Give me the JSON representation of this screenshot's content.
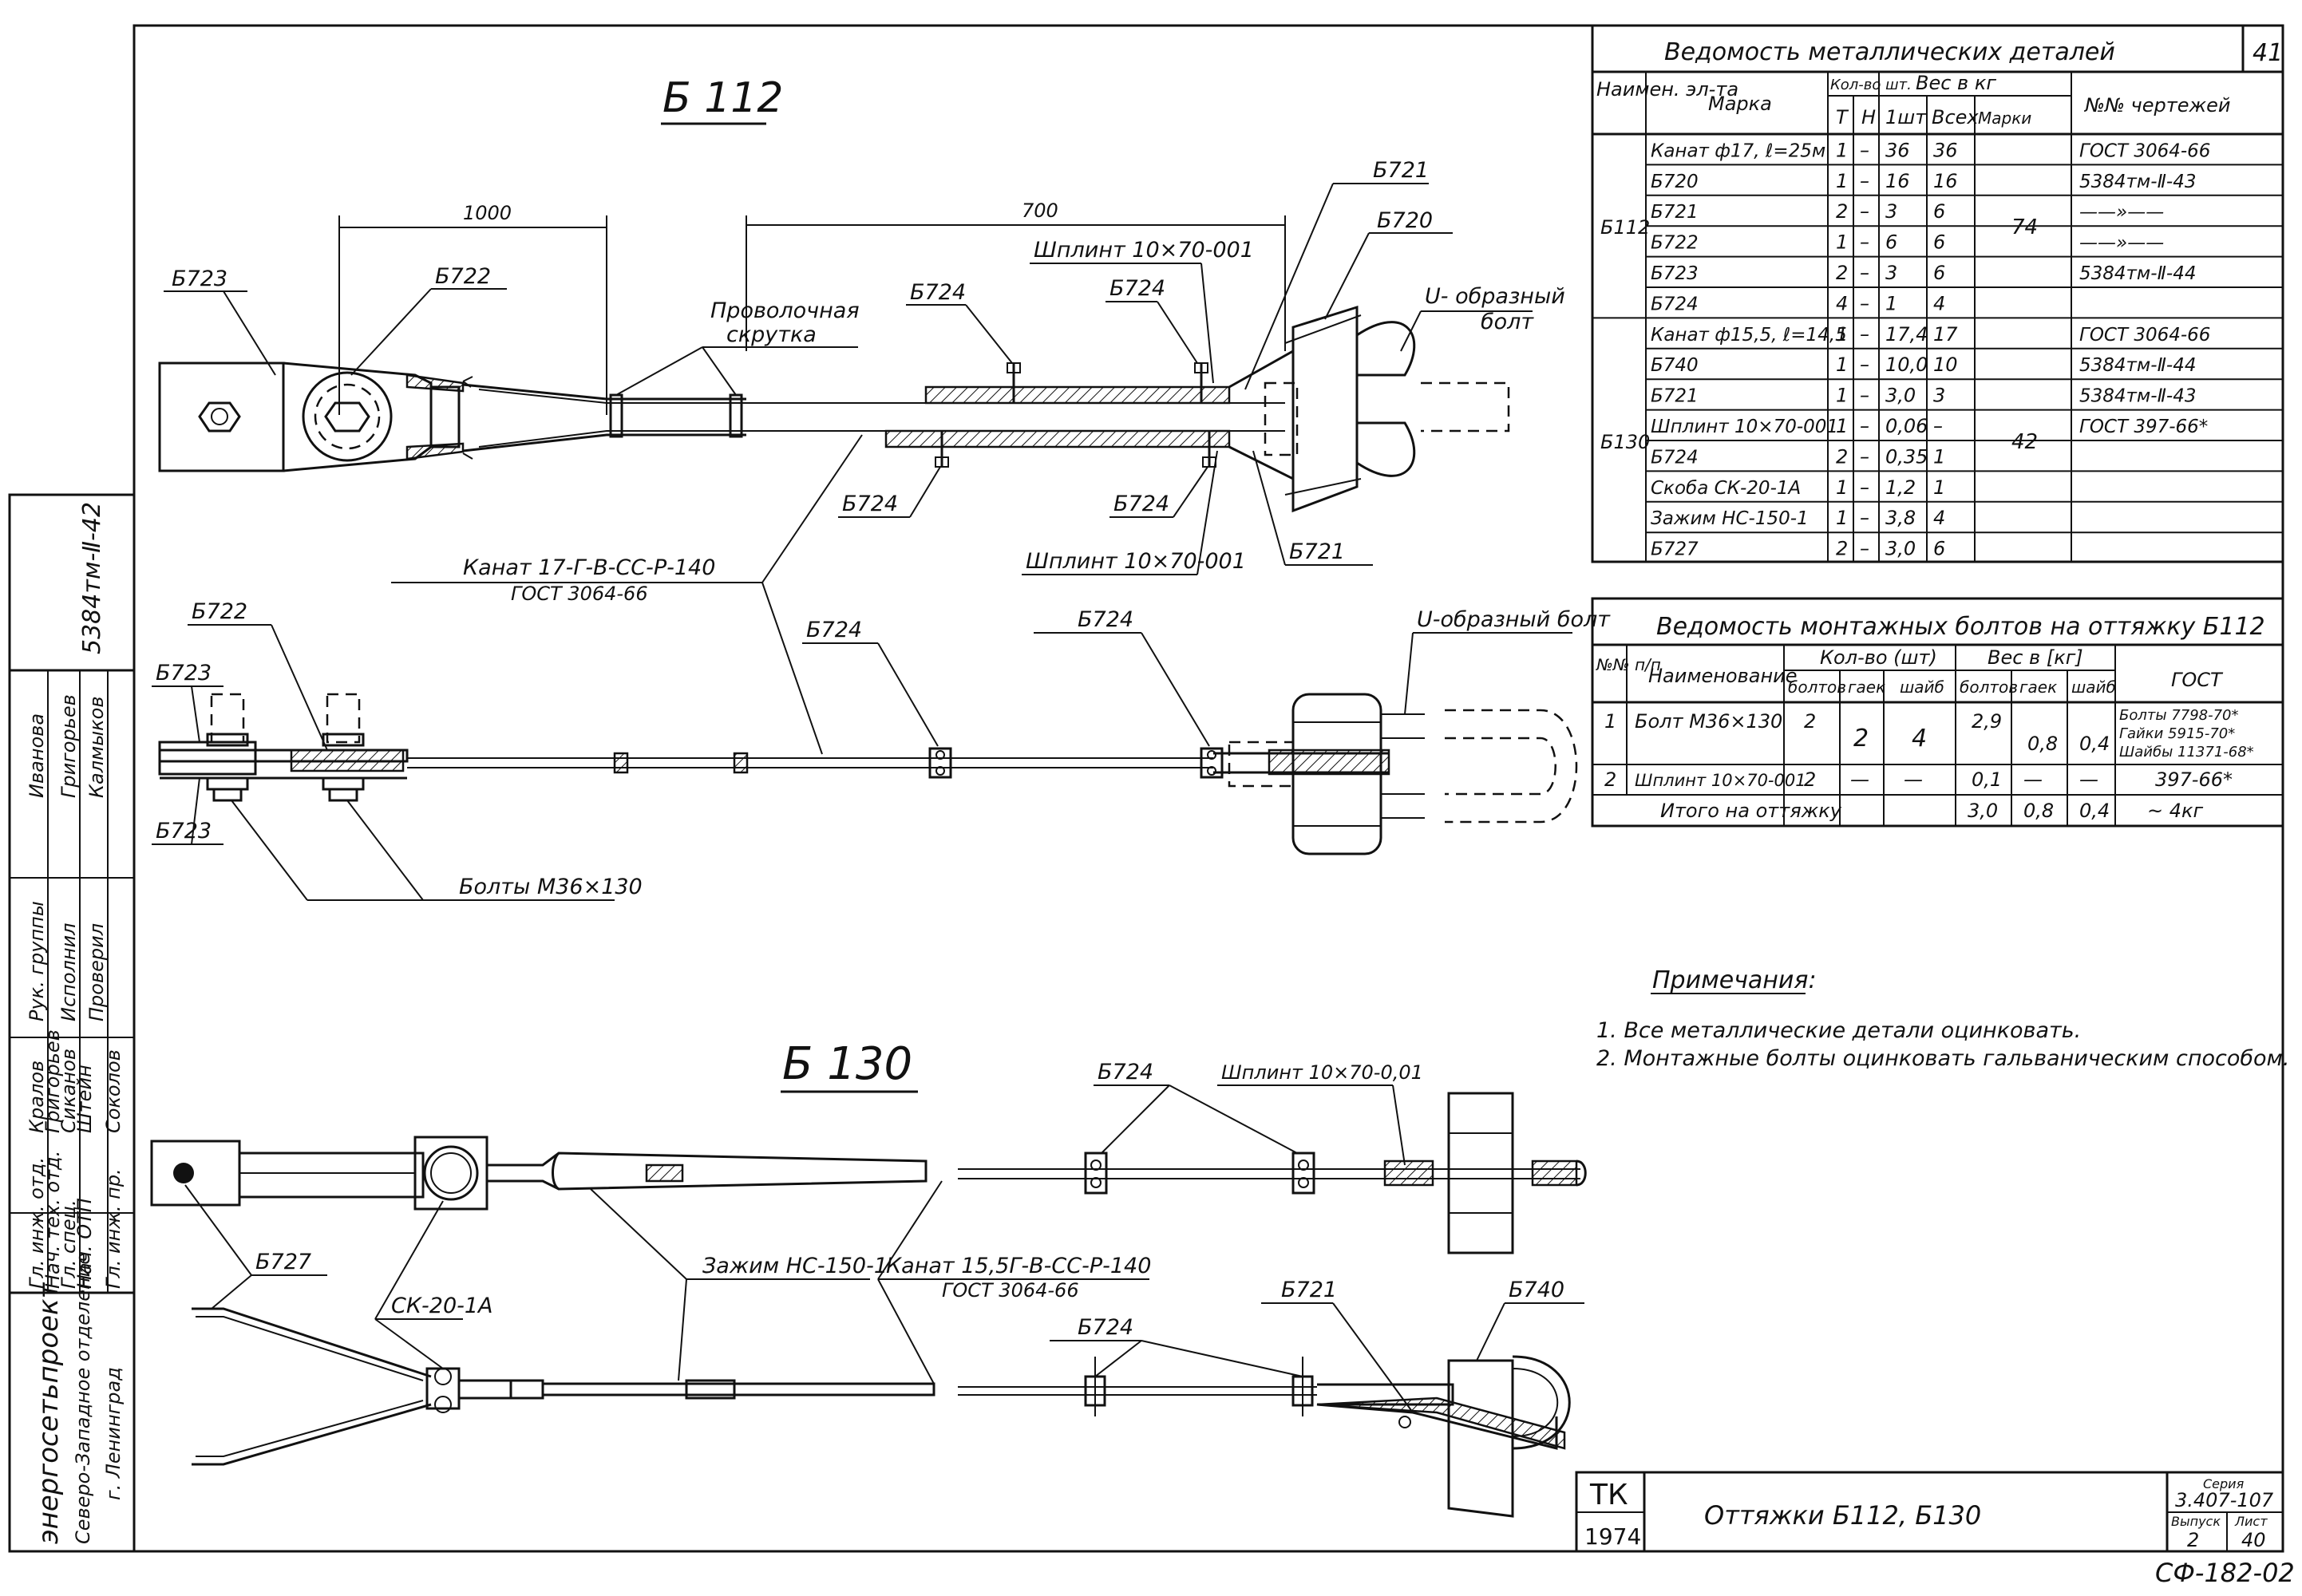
{
  "sheet": {
    "number": "41",
    "stamp": "СФ-182-02",
    "vertical_code": "5384тм-Ⅱ-42",
    "title": "Оттяжки  Б112,  Б130",
    "tk": "ТК",
    "year": "1974",
    "series_label": "Серия",
    "series": "3.407-107",
    "issue_label": "Выпуск",
    "issue": "2",
    "page_label": "Лист",
    "page": "40",
    "org_lines": [
      "энергосетьпроект",
      "Северо-Западное отделение",
      "г. Ленинград"
    ],
    "sign_roles": [
      "Рук. группы",
      "Исполнил",
      "Проверил"
    ],
    "sign_names": [
      "Иванова",
      "Григорьев",
      "Калмыков"
    ],
    "sign_roles2": [
      "Гл. инж. отд.",
      "Нач. тех. отд.",
      "Гл. спец.",
      "Нач. ОТП",
      "Гл. инж. пр."
    ],
    "sign_names2": [
      "Кралов",
      "Григорьев",
      "Сиканов",
      "Штейн",
      "Соколов"
    ]
  },
  "b112": {
    "title": "Б 112",
    "dim_1000": "1000",
    "dim_700": "700",
    "labels": {
      "b723": "Б723",
      "b722": "Б722",
      "b721": "Б721",
      "b720": "Б720",
      "b724": "Б724",
      "wire_twist_1": "Проволочная",
      "wire_twist_2": "скрутка",
      "cotter": "Шплинт  10×70-001",
      "u_bolt_1": "U- образный",
      "u_bolt_2": "болт",
      "u_bolt_side": "U-образный болт",
      "cable_1": "Канат  17-Г-В-СС-Р-140",
      "cable_2": "ГОСТ  3064-66",
      "bolts": "Болты  М36×130"
    }
  },
  "b130": {
    "title": "Б 130",
    "labels": {
      "b724": "Б724",
      "cotter": "Шплинт 10×70-0,01",
      "b727": "Б727",
      "ck": "СК-20-1А",
      "clamp": "Зажим НС-150-1",
      "cable_1": "Канат 15,5Г-В-СС-Р-140",
      "cable_2": "ГОСТ 3064-66",
      "b721": "Б721",
      "b740": "Б740"
    }
  },
  "notes": {
    "title": "Примечания:",
    "items": [
      "1. Все металлические детали оцинковать.",
      "2. Монтажные болты оцинковать гальваническим способом."
    ]
  },
  "metal_table": {
    "title": "Ведомость  металлических  деталей",
    "headers": {
      "elem": "Наимен. эл-та",
      "mark": "Марка",
      "qty": "Кол-во шт.",
      "t": "Т",
      "n": "Н",
      "weight": "Вес в кг",
      "w1": "1шт",
      "wall": "Всех",
      "wmark": "Марки",
      "drawings": "№№ чертежей"
    },
    "groups": [
      {
        "elem": "Б112",
        "mark_weight": "74",
        "rows": [
          {
            "mark": "Канат ф17, ℓ=25м",
            "t": "1",
            "n": "–",
            "w1": "36",
            "wall": "36",
            "doc": "ГОСТ 3064-66"
          },
          {
            "mark": "Б720",
            "t": "1",
            "n": "–",
            "w1": "16",
            "wall": "16",
            "doc": "5384тм-Ⅱ-43"
          },
          {
            "mark": "Б721",
            "t": "2",
            "n": "–",
            "w1": "3",
            "wall": "6",
            "doc": "——»——"
          },
          {
            "mark": "Б722",
            "t": "1",
            "n": "–",
            "w1": "6",
            "wall": "6",
            "doc": "——»——"
          },
          {
            "mark": "Б723",
            "t": "2",
            "n": "–",
            "w1": "3",
            "wall": "6",
            "doc": "5384тм-Ⅱ-44"
          },
          {
            "mark": "Б724",
            "t": "4",
            "n": "–",
            "w1": "1",
            "wall": "4",
            "doc": ""
          }
        ]
      },
      {
        "elem": "Б130",
        "mark_weight": "42",
        "rows": [
          {
            "mark": "Канат ф15,5, ℓ=14,5",
            "t": "1",
            "n": "–",
            "w1": "17,4",
            "wall": "17",
            "doc": "ГОСТ 3064-66"
          },
          {
            "mark": "Б740",
            "t": "1",
            "n": "–",
            "w1": "10,0",
            "wall": "10",
            "doc": "5384тм-Ⅱ-44"
          },
          {
            "mark": "Б721",
            "t": "1",
            "n": "–",
            "w1": "3,0",
            "wall": "3",
            "doc": "5384тм-Ⅱ-43"
          },
          {
            "mark": "Шплинт 10×70-001",
            "t": "1",
            "n": "–",
            "w1": "0,06",
            "wall": "–",
            "doc": "ГОСТ 397-66*"
          },
          {
            "mark": "Б724",
            "t": "2",
            "n": "–",
            "w1": "0,35",
            "wall": "1",
            "doc": ""
          },
          {
            "mark": "Скоба СК-20-1А",
            "t": "1",
            "n": "–",
            "w1": "1,2",
            "wall": "1",
            "doc": ""
          },
          {
            "mark": "Зажим НС-150-1",
            "t": "1",
            "n": "–",
            "w1": "3,8",
            "wall": "4",
            "doc": ""
          },
          {
            "mark": "Б727",
            "t": "2",
            "n": "–",
            "w1": "3,0",
            "wall": "6",
            "doc": ""
          }
        ]
      }
    ]
  },
  "bolt_table": {
    "title": "Ведомость монтажных болтов на оттяжку Б112",
    "headers": {
      "num": "№№ п/п",
      "name": "Наименование",
      "qty": "Кол-во (шт)",
      "bolts": "болтов",
      "nuts": "гаек",
      "washers": "шайб",
      "weight": "Вес в [кг]",
      "gost": "ГОСТ"
    },
    "rows": [
      {
        "num": "1",
        "name": "Болт М36×130",
        "bolts": "2",
        "nuts": "2",
        "washers": "4",
        "w_bolts": "2,9",
        "w_nuts": "0,8",
        "w_washers": "0,4",
        "gost": [
          "Болты 7798-70*",
          "Гайки 5915-70*",
          "Шайбы 11371-68*"
        ]
      },
      {
        "num": "2",
        "name": "Шплинт 10×70-001",
        "bolts": "2",
        "nuts": "—",
        "washers": "—",
        "w_bolts": "0,1",
        "w_nuts": "—",
        "w_washers": "—",
        "gost": [
          "397-66*"
        ]
      }
    ],
    "total": {
      "label": "Итого на оттяжку",
      "w_bolts": "3,0",
      "w_nuts": "0,8",
      "w_washers": "0,4",
      "total": "~ 4кг"
    }
  }
}
